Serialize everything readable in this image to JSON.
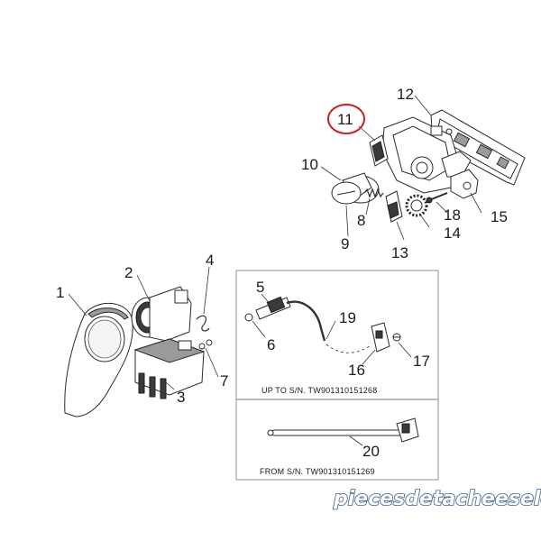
{
  "callouts": {
    "c1": "1",
    "c2": "2",
    "c3": "3",
    "c4": "4",
    "c5": "5",
    "c6": "6",
    "c7": "7",
    "c8": "8",
    "c9": "9",
    "c10": "10",
    "c11": "11",
    "c12": "12",
    "c13": "13",
    "c14": "14",
    "c15": "15",
    "c16": "16",
    "c17": "17",
    "c18": "18",
    "c19": "19",
    "c20": "20"
  },
  "panels": {
    "upper_caption": "UP TO S/N. TW901310151268",
    "lower_caption": "FROM S/N. TW901310151269"
  },
  "highlight": {
    "callout": "11",
    "color": "#cc1f1f"
  },
  "watermark": {
    "text": "piecesdetacheeselec.com",
    "color": "#3b5d8f"
  }
}
